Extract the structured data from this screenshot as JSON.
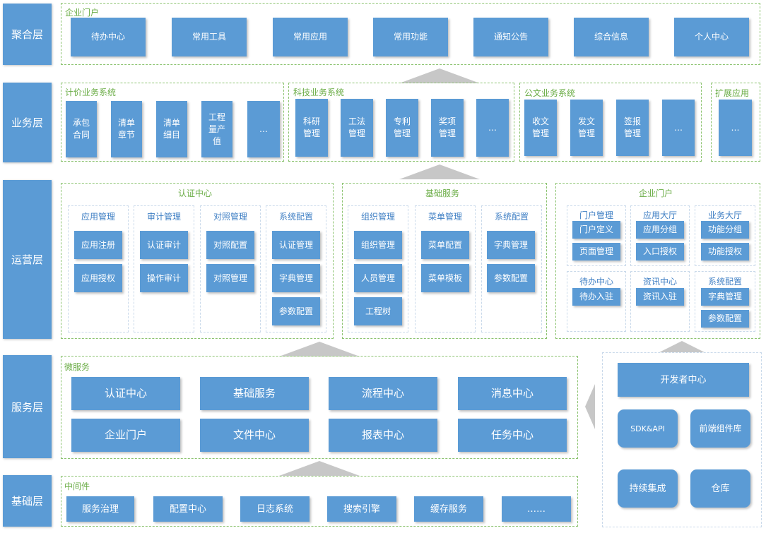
{
  "layers": {
    "aggregation": "聚合层",
    "business": "业务层",
    "operation": "运营层",
    "service": "服务层",
    "foundation": "基础层"
  },
  "portal": {
    "title": "企业门户",
    "items": [
      "待办中心",
      "常用工具",
      "常用应用",
      "常用功能",
      "通知公告",
      "综合信息",
      "个人中心"
    ]
  },
  "business": {
    "pricing": {
      "title": "计价业务系统",
      "items": [
        "承包\n合同",
        "清单\n章节",
        "清单\n细目",
        "工程\n量产\n值",
        "…"
      ]
    },
    "tech": {
      "title": "科技业务系统",
      "items": [
        "科研\n管理",
        "工法\n管理",
        "专利\n管理",
        "奖项\n管理",
        "…"
      ]
    },
    "docs": {
      "title": "公文业务系统",
      "items": [
        "收文\n管理",
        "发文\n管理",
        "签报\n管理",
        "…"
      ]
    },
    "ext": {
      "title": "扩展应用",
      "items": [
        "…"
      ]
    }
  },
  "operation": {
    "auth": {
      "title": "认证中心",
      "groups": [
        {
          "title": "应用管理",
          "items": [
            "应用注册",
            "应用授权"
          ]
        },
        {
          "title": "审计管理",
          "items": [
            "认证审计",
            "操作审计"
          ]
        },
        {
          "title": "对照管理",
          "items": [
            "对照配置",
            "对照管理"
          ]
        },
        {
          "title": "系统配置",
          "items": [
            "认证管理",
            "字典管理",
            "参数配置"
          ]
        }
      ]
    },
    "base": {
      "title": "基础服务",
      "groups": [
        {
          "title": "组织管理",
          "items": [
            "组织管理",
            "人员管理",
            "工程树"
          ]
        },
        {
          "title": "菜单管理",
          "items": [
            "菜单配置",
            "菜单模板"
          ]
        },
        {
          "title": "系统配置",
          "items": [
            "字典管理",
            "参数配置"
          ]
        }
      ]
    },
    "portal": {
      "title": "企业门户",
      "groups": [
        {
          "title": "门户管理",
          "items": [
            "门户定义",
            "页面管理"
          ]
        },
        {
          "title": "应用大厅",
          "items": [
            "应用分组",
            "入口授权"
          ]
        },
        {
          "title": "业务大厅",
          "items": [
            "功能分组",
            "功能授权"
          ]
        },
        {
          "title": "待办中心",
          "items": [
            "待办入驻"
          ]
        },
        {
          "title": "资讯中心",
          "items": [
            "资讯入驻"
          ]
        },
        {
          "title": "系统配置",
          "items": [
            "字典管理",
            "参数配置"
          ]
        }
      ]
    }
  },
  "micro": {
    "title": "微服务",
    "items": [
      "认证中心",
      "基础服务",
      "流程中心",
      "消息中心",
      "企业门户",
      "文件中心",
      "报表中心",
      "任务中心"
    ]
  },
  "developer": {
    "items": [
      "开发者中心",
      "SDK&API",
      "前端组件库",
      "持续集成",
      "仓库"
    ]
  },
  "middleware": {
    "title": "中间件",
    "items": [
      "服务治理",
      "配置中心",
      "日志系统",
      "搜索引擎",
      "缓存服务",
      "……"
    ]
  }
}
